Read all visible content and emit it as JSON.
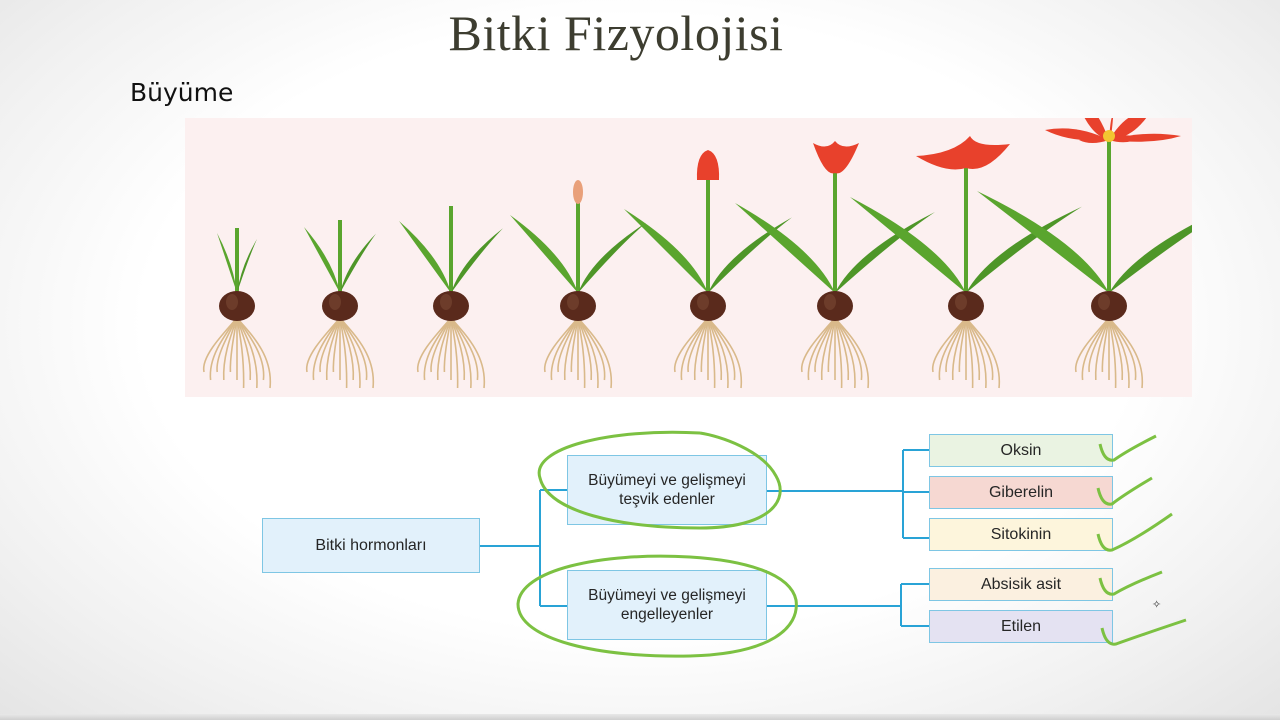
{
  "slide": {
    "title": "Bitki Fizyolojisi",
    "section": "Büyüme"
  },
  "growth_strip": {
    "stages": [
      {
        "stage": 1,
        "flower": "none"
      },
      {
        "stage": 2,
        "flower": "none"
      },
      {
        "stage": 3,
        "flower": "none"
      },
      {
        "stage": 4,
        "flower": "bud"
      },
      {
        "stage": 5,
        "flower": "closed"
      },
      {
        "stage": 6,
        "flower": "half-open"
      },
      {
        "stage": 7,
        "flower": "open"
      },
      {
        "stage": 8,
        "flower": "fully-open"
      }
    ],
    "colors": {
      "background": "#fcf0f0",
      "bulb": "#5a2a1c",
      "root": "#d9b98a",
      "leaf": "#5aa52e",
      "petal": "#e8412c"
    }
  },
  "hormone_chart": {
    "root_label": "Bitki hormonları",
    "groups": [
      {
        "label": "Büyümeyi ve gelişmeyi teşvik edenler",
        "items": [
          {
            "label": "Oksin",
            "color": "#eaf3e2"
          },
          {
            "label": "Giberelin",
            "color": "#f6d8d2"
          },
          {
            "label": "Sitokinin",
            "color": "#fdf5dc"
          }
        ]
      },
      {
        "label": "Büyümeyi ve gelişmeyi engelleyenler",
        "items": [
          {
            "label": "Absisik asit",
            "color": "#fbf0e0"
          },
          {
            "label": "Etilen",
            "color": "#e4e2f2"
          }
        ]
      }
    ],
    "line_color": "#29a3d6",
    "annotation_color": "#7cc142"
  }
}
